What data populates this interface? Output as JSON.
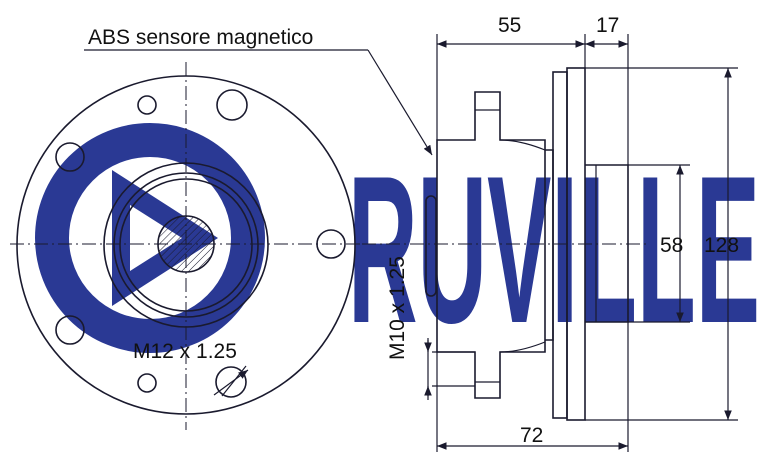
{
  "watermark": "RUVILLE",
  "labels": {
    "abs_sensor": "ABS sensore magnetico",
    "thread_large": "M12 x 1.25",
    "thread_small": "M10 x 1.25"
  },
  "dimensions": {
    "d55": "55",
    "d17": "17",
    "d72": "72",
    "d58": "58",
    "d128": "128"
  },
  "colors": {
    "line": "#1a1a2e",
    "watermark": "#1f2f8f"
  }
}
